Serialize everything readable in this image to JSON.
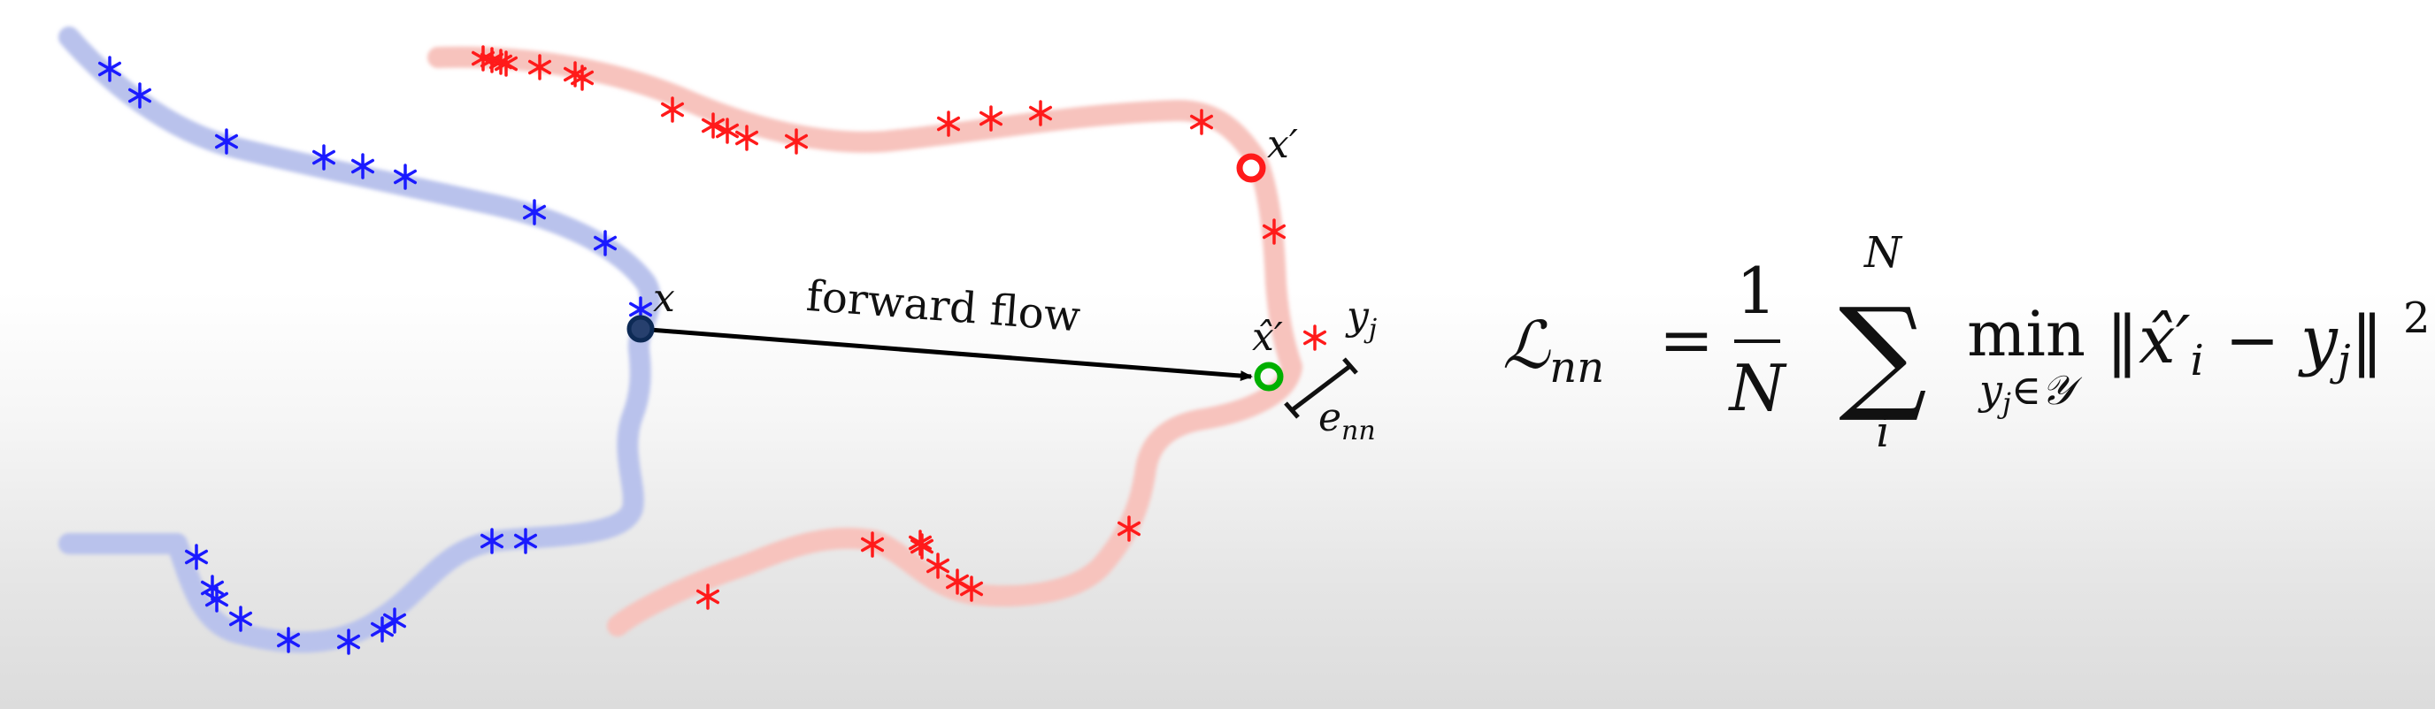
{
  "diagram": {
    "blue_curve": {
      "color": "#1a1aff",
      "path_color": "#b9c2ec",
      "marker": "asterisk"
    },
    "red_curve": {
      "color": "#ff1a1a",
      "path_color": "#f7c3bd",
      "marker": "asterisk"
    },
    "point_x": {
      "label": "x",
      "color": "#0d2a55"
    },
    "point_x_prime": {
      "label": "x′",
      "color": "#ff1a1a"
    },
    "point_x_hat_prime": {
      "label": "x̂′",
      "color": "#00b000"
    },
    "point_y_j": {
      "label": "yj"
    },
    "arrow": {
      "label": "forward flow",
      "color": "#000000"
    },
    "error_bar": {
      "label": "enn"
    }
  },
  "formula": {
    "lhs": "ℒnn",
    "equals": "=",
    "fraction_numerator": "1",
    "fraction_denominator": "N",
    "sum_upper": "N",
    "sum_symbol": "∑",
    "sum_lower": "i",
    "min_operator": "min",
    "min_subscript": "yj∈𝒴",
    "norm_expression": "‖x̂′i − yj‖",
    "exponent": "2"
  }
}
